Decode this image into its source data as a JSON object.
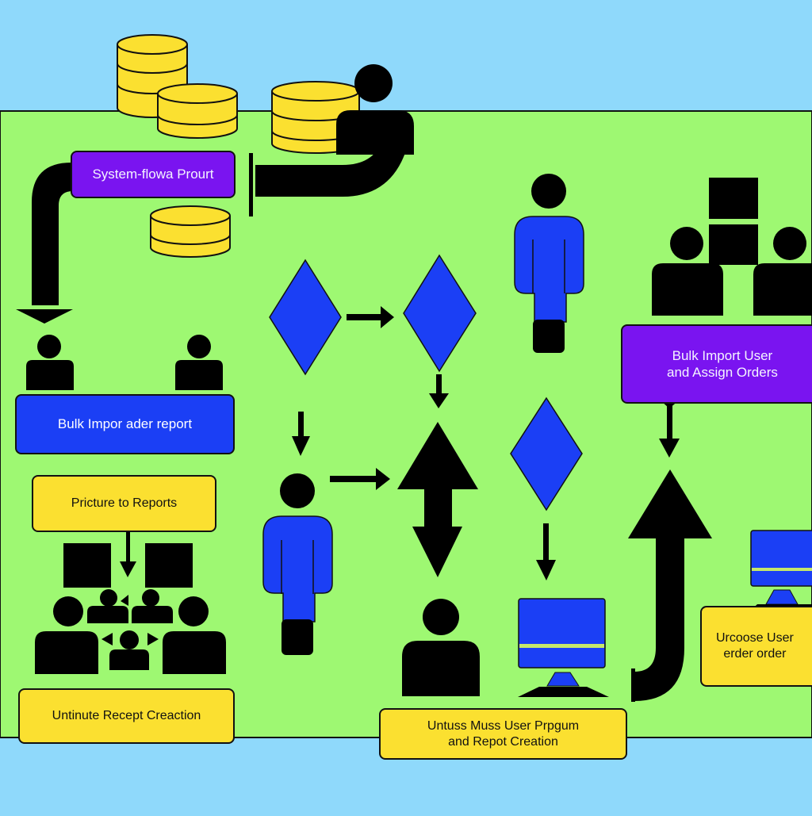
{
  "colors": {
    "sky": "#8fd9fb",
    "ground": "#9ef872",
    "purple": "#7a14f0",
    "blue": "#1b3ff5",
    "yellow": "#fbe030",
    "ink": "#000000"
  },
  "labels": {
    "system_flow": "System-flowa Prourt",
    "bulk_import_assign": "Bulk Import User\nand Assign Orders",
    "bulk_import_report": "Bulk Impor ader report",
    "picture_reports": "Pricture to Reports",
    "untinute_receipt": "Untinute Reсept Creaction",
    "untuss_user_program": "Untuss Muss User Prpgum\nand Repot Creation",
    "urcoose_user_order": "Urcoose User\nerder order"
  },
  "icons": [
    "coin-stack-icon",
    "database-icon",
    "user-icon",
    "person-icon",
    "decision-diamond-icon",
    "monitor-icon",
    "document-icon",
    "group-icon",
    "arrow-icon",
    "double-arrow-icon",
    "curved-arrow-icon"
  ]
}
